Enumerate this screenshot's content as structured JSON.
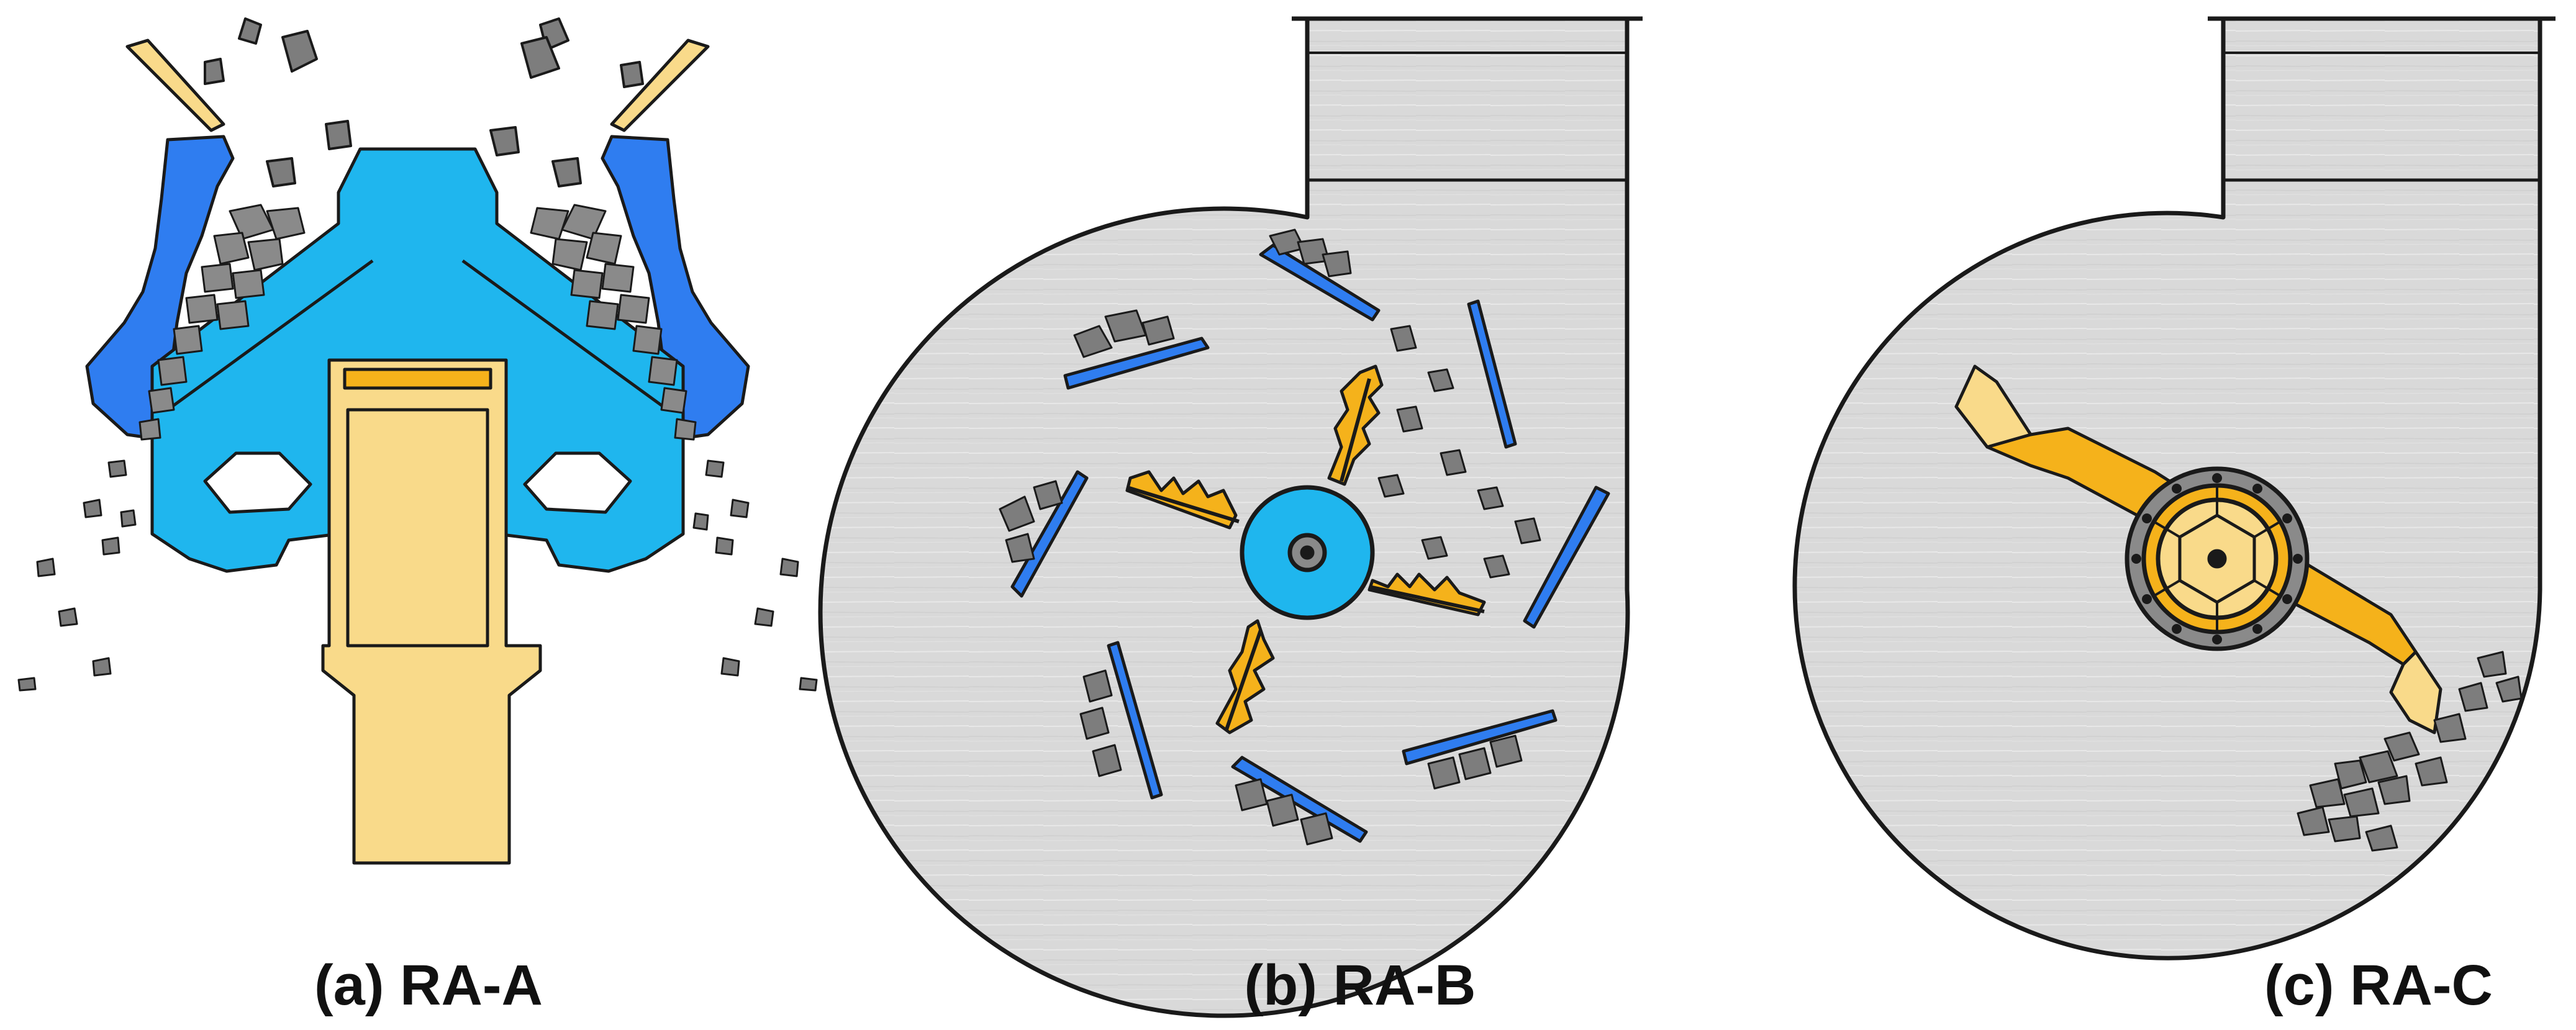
{
  "panels": [
    {
      "id": "a",
      "caption": "(a) RA-A",
      "machine": "cone crusher"
    },
    {
      "id": "b",
      "caption": "(b) RA-B",
      "machine": "impact crusher"
    },
    {
      "id": "c",
      "caption": "(c) RA-C",
      "machine": "rotor crusher"
    }
  ],
  "colors": {
    "concave_blue": "#2f7df0",
    "mantle_blue": "#1fb6ee",
    "shaft_yellow": "#f9da8a",
    "rotor_orange": "#f5b21b",
    "rock_grey": "#7d7d7d",
    "housing_grey": "#d9d9d9",
    "outline": "#1a1a1a"
  }
}
